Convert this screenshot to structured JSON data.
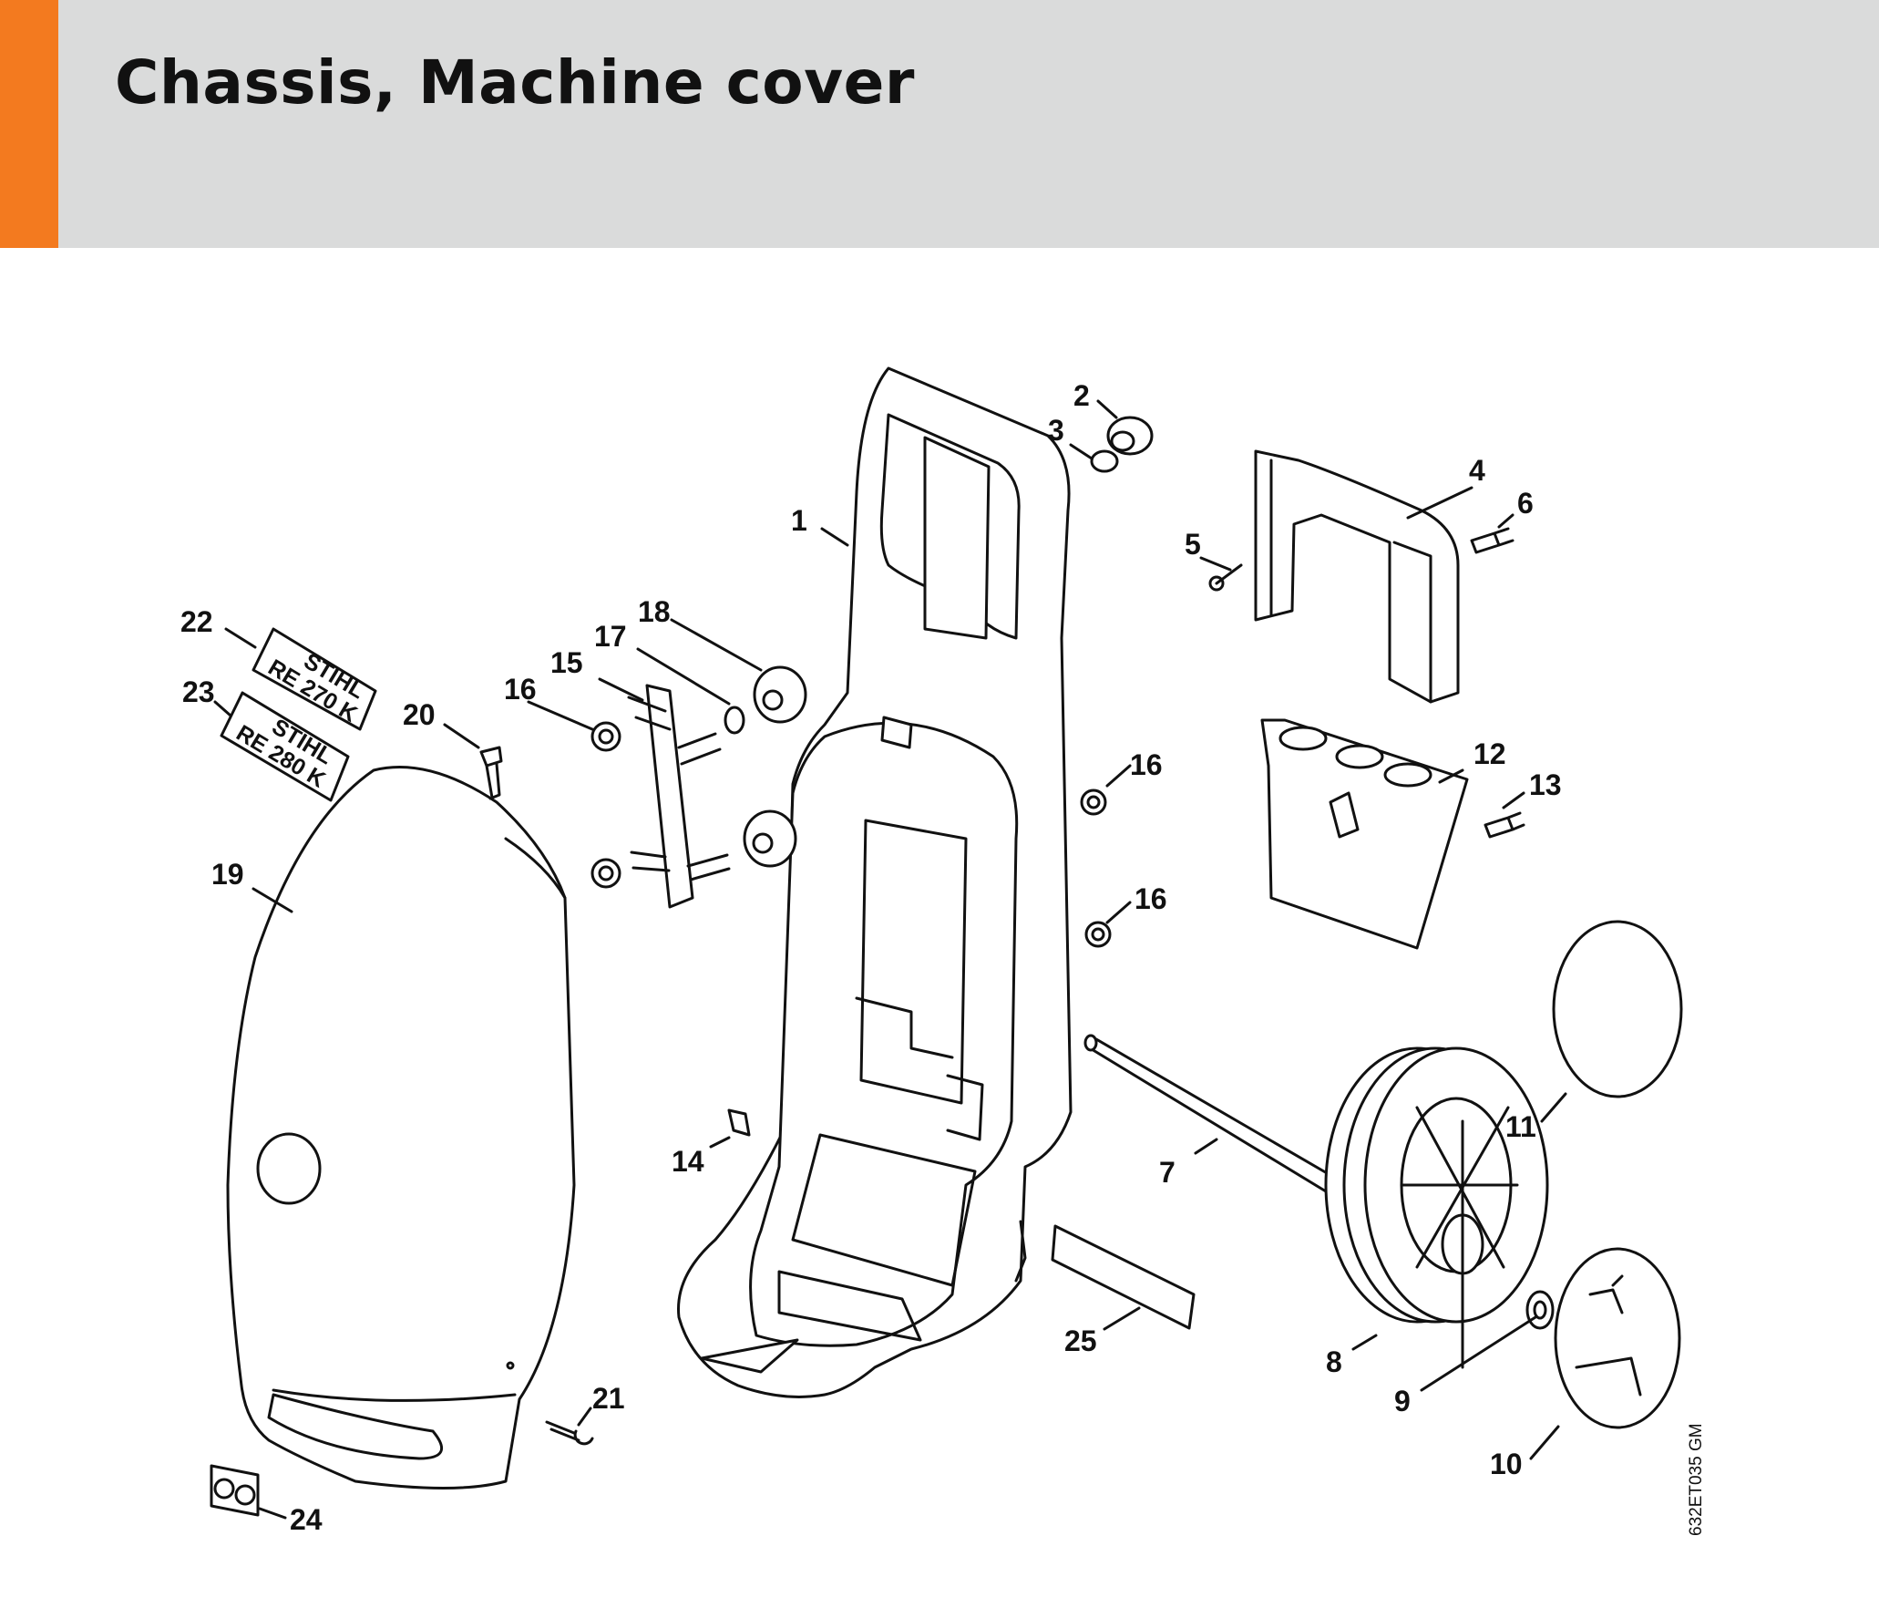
{
  "page": {
    "title": "Chassis, Machine cover",
    "accent_color": "#f37a1f",
    "header_color": "#dadbdb"
  },
  "diagram": {
    "drawing_code": "632ET035 GM",
    "decals": {
      "decal_22": [
        "STIHL",
        "RE 270 K"
      ],
      "decal_23": [
        "STIHL",
        "RE 280 K"
      ]
    },
    "callouts": {
      "c1": "1",
      "c2": "2",
      "c3": "3",
      "c4": "4",
      "c5": "5",
      "c6": "6",
      "c7": "7",
      "c8": "8",
      "c9": "9",
      "c10": "10",
      "c11": "11",
      "c12": "12",
      "c13": "13",
      "c14": "14",
      "c15": "15",
      "c16a": "16",
      "c16b": "16",
      "c16c": "16",
      "c17": "17",
      "c18": "18",
      "c19": "19",
      "c20": "20",
      "c21": "21",
      "c22": "22",
      "c23": "23",
      "c24": "24",
      "c25": "25"
    }
  }
}
